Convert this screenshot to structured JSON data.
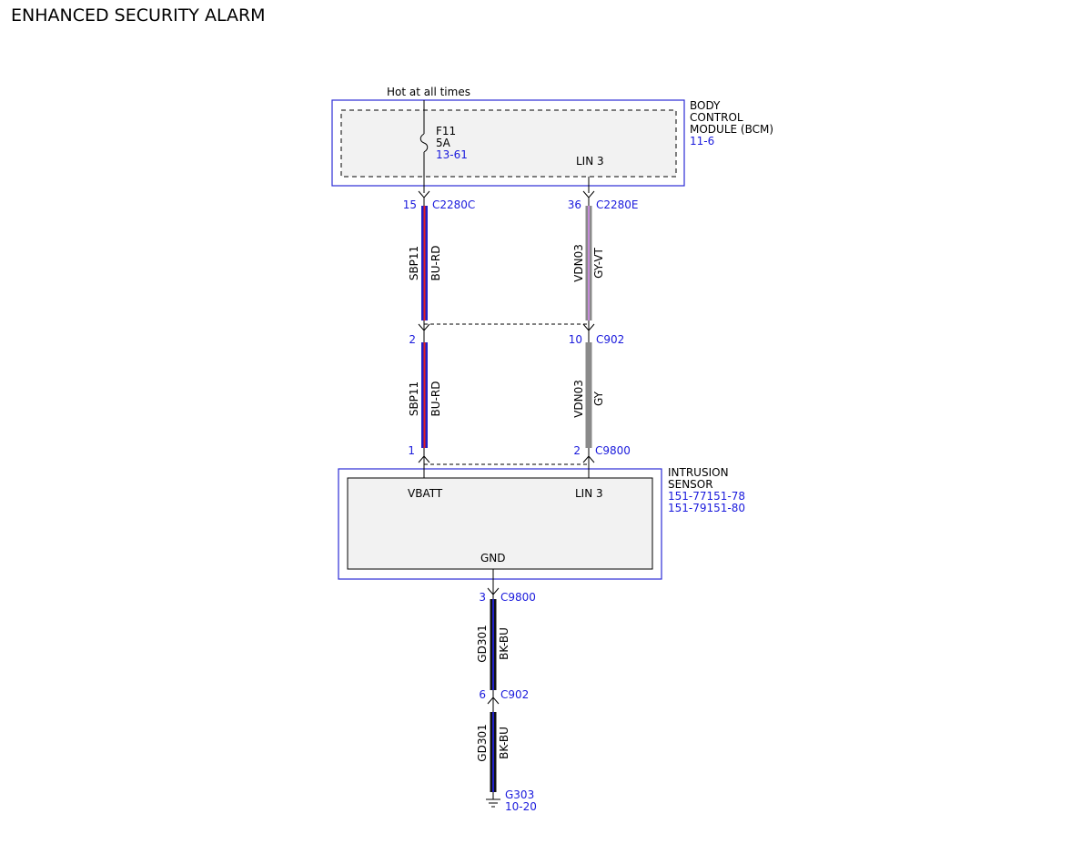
{
  "title": "ENHANCED SECURITY ALARM",
  "colors": {
    "module_border": "#2b2bd6",
    "module_fill": "#f2f2f2",
    "ref_text": "#1a1adc",
    "wire_blue": "#2020c8",
    "wire_red": "#e02020",
    "wire_gray": "#8a8a8a",
    "wire_violet": "#c48ad8",
    "wire_black": "#111111"
  },
  "power": {
    "label": "Hot at all times"
  },
  "bcm": {
    "name_line1": "BODY",
    "name_line2": "CONTROL",
    "name_line3": "MODULE (BCM)",
    "ref": "11-6",
    "fuse_name": "F11",
    "fuse_rating": "5A",
    "fuse_ref": "13-61",
    "lin_label": "LIN 3",
    "fuse_icon": "fuse-icon"
  },
  "connectors": {
    "c2280c": {
      "pin": "15",
      "name": "C2280C"
    },
    "c2280e": {
      "pin": "36",
      "name": "C2280E"
    },
    "c902_left": {
      "pin": "2"
    },
    "c902_right": {
      "pin": "10",
      "name": "C902"
    },
    "c9800_left": {
      "pin": "1"
    },
    "c9800_right": {
      "pin": "2",
      "name": "C9800"
    },
    "c9800_gnd": {
      "pin": "3",
      "name": "C9800"
    },
    "c902_gnd": {
      "pin": "6",
      "name": "C902"
    }
  },
  "wires": {
    "w1": {
      "circuit": "SBP11",
      "color": "BU-RD"
    },
    "w2": {
      "circuit": "VDN03",
      "color": "GY-VT"
    },
    "w3": {
      "circuit": "SBP11",
      "color": "BU-RD"
    },
    "w4": {
      "circuit": "VDN03",
      "color": "GY"
    },
    "w5": {
      "circuit": "GD301",
      "color": "BK-BU"
    },
    "w6": {
      "circuit": "GD301",
      "color": "BK-BU"
    }
  },
  "sensor": {
    "name_line1": "INTRUSION",
    "name_line2": "SENSOR",
    "ref1": "151-77151-78",
    "ref2": "151-79151-80",
    "vbatt_label": "VBATT",
    "lin_label": "LIN 3",
    "gnd_label": "GND"
  },
  "ground": {
    "name": "G303",
    "ref": "10-20",
    "icon": "ground-icon"
  }
}
